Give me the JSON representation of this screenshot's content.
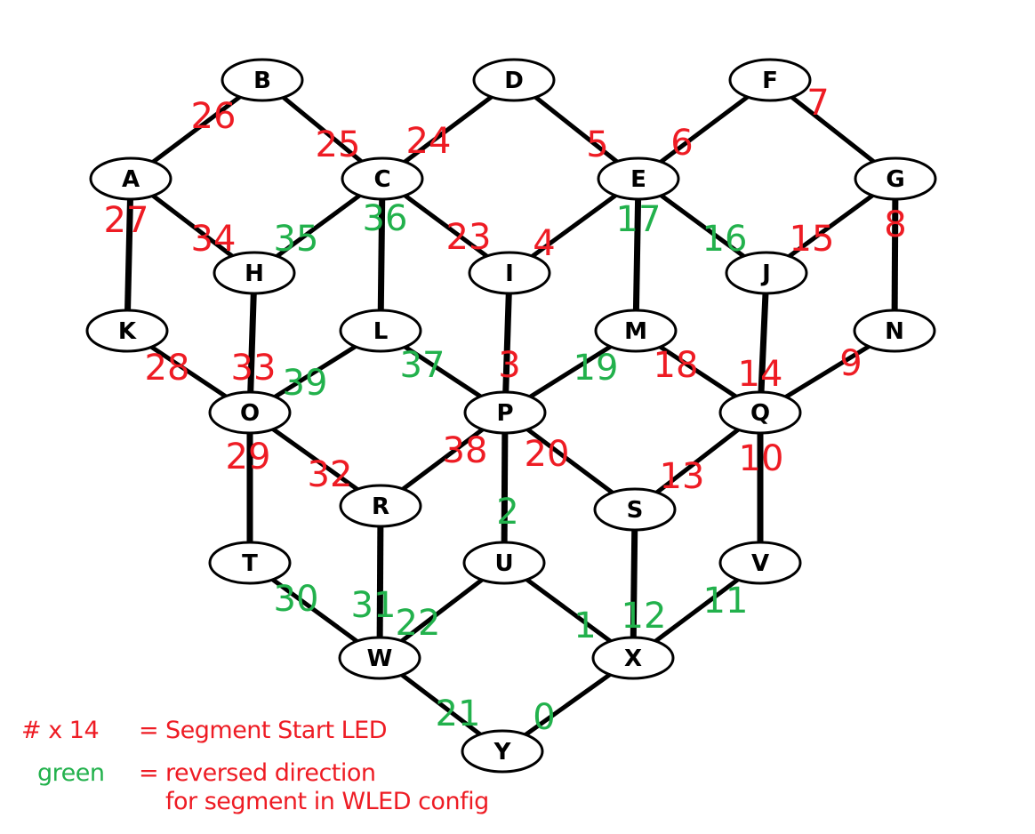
{
  "colors": {
    "forward": "#ee1c24",
    "reversed": "#22b14c",
    "edge": "#000000"
  },
  "nodes": [
    "A",
    "B",
    "C",
    "D",
    "E",
    "F",
    "G",
    "H",
    "I",
    "J",
    "K",
    "L",
    "M",
    "N",
    "O",
    "P",
    "Q",
    "R",
    "S",
    "T",
    "U",
    "V",
    "W",
    "X",
    "Y"
  ],
  "edges": [
    [
      "A",
      "B"
    ],
    [
      "B",
      "C"
    ],
    [
      "C",
      "D"
    ],
    [
      "D",
      "E"
    ],
    [
      "E",
      "F"
    ],
    [
      "F",
      "G"
    ],
    [
      "A",
      "H"
    ],
    [
      "C",
      "H"
    ],
    [
      "C",
      "I"
    ],
    [
      "E",
      "I"
    ],
    [
      "E",
      "J"
    ],
    [
      "G",
      "J"
    ],
    [
      "A",
      "K"
    ],
    [
      "C",
      "L"
    ],
    [
      "E",
      "M"
    ],
    [
      "G",
      "N"
    ],
    [
      "H",
      "O"
    ],
    [
      "K",
      "O"
    ],
    [
      "L",
      "O"
    ],
    [
      "L",
      "P"
    ],
    [
      "I",
      "P"
    ],
    [
      "M",
      "P"
    ],
    [
      "M",
      "Q"
    ],
    [
      "J",
      "Q"
    ],
    [
      "N",
      "Q"
    ],
    [
      "O",
      "R"
    ],
    [
      "P",
      "R"
    ],
    [
      "P",
      "S"
    ],
    [
      "Q",
      "S"
    ],
    [
      "O",
      "T"
    ],
    [
      "P",
      "U"
    ],
    [
      "Q",
      "V"
    ],
    [
      "R",
      "W"
    ],
    [
      "S",
      "X"
    ],
    [
      "T",
      "W"
    ],
    [
      "U",
      "W"
    ],
    [
      "U",
      "X"
    ],
    [
      "V",
      "X"
    ],
    [
      "W",
      "Y"
    ],
    [
      "X",
      "Y"
    ]
  ],
  "segment_labels": [
    {
      "text": "26",
      "reversed": false
    },
    {
      "text": "25",
      "reversed": false
    },
    {
      "text": "24",
      "reversed": false
    },
    {
      "text": "5",
      "reversed": false
    },
    {
      "text": "6",
      "reversed": false
    },
    {
      "text": "7",
      "reversed": false
    },
    {
      "text": "27",
      "reversed": false
    },
    {
      "text": "34",
      "reversed": false
    },
    {
      "text": "35",
      "reversed": true
    },
    {
      "text": "36",
      "reversed": true
    },
    {
      "text": "23",
      "reversed": false
    },
    {
      "text": "4",
      "reversed": false
    },
    {
      "text": "17",
      "reversed": true
    },
    {
      "text": "16",
      "reversed": true
    },
    {
      "text": "15",
      "reversed": false
    },
    {
      "text": "8",
      "reversed": false
    },
    {
      "text": "28",
      "reversed": false
    },
    {
      "text": "33",
      "reversed": false
    },
    {
      "text": "39",
      "reversed": true
    },
    {
      "text": "37",
      "reversed": true
    },
    {
      "text": "3",
      "reversed": false
    },
    {
      "text": "19",
      "reversed": true
    },
    {
      "text": "18",
      "reversed": false
    },
    {
      "text": "14",
      "reversed": false
    },
    {
      "text": "9",
      "reversed": false
    },
    {
      "text": "29",
      "reversed": false
    },
    {
      "text": "32",
      "reversed": false
    },
    {
      "text": "38",
      "reversed": false
    },
    {
      "text": "20",
      "reversed": false
    },
    {
      "text": "13",
      "reversed": false
    },
    {
      "text": "10",
      "reversed": false
    },
    {
      "text": "2",
      "reversed": true
    },
    {
      "text": "30",
      "reversed": true
    },
    {
      "text": "31",
      "reversed": true
    },
    {
      "text": "22",
      "reversed": true
    },
    {
      "text": "1",
      "reversed": true
    },
    {
      "text": "12",
      "reversed": true
    },
    {
      "text": "11",
      "reversed": true
    },
    {
      "text": "21",
      "reversed": true
    },
    {
      "text": "0",
      "reversed": true
    }
  ],
  "legend": {
    "line1_key": "# x 14",
    "line1_eq": "=",
    "line1_value": "Segment Start LED",
    "line2_key": "green",
    "line2_eq": "=",
    "line2_value": "reversed direction",
    "line3_value": "for segment in WLED config"
  }
}
